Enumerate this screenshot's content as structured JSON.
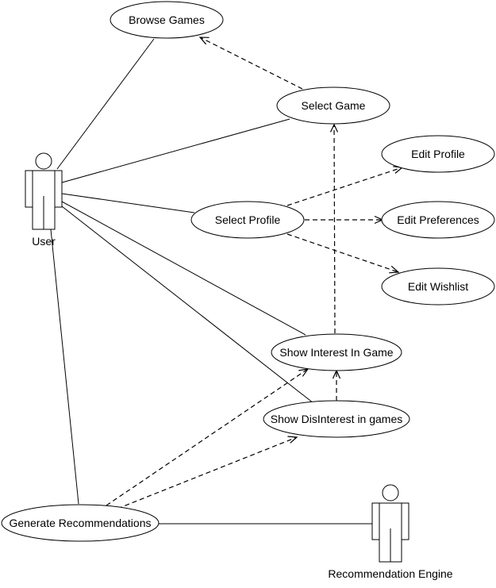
{
  "actors": {
    "user": "User",
    "engine": "Recommendation Engine"
  },
  "use_cases": {
    "browse_games": "Browse Games",
    "select_game": "Select Game",
    "edit_profile": "Edit Profile",
    "select_profile": "Select Profile",
    "edit_preferences": "Edit Preferences",
    "edit_wishlist": "Edit Wishlist",
    "show_interest": "Show Interest In Game",
    "show_disinterest": "Show DisInterest in games",
    "generate_recommendations": "Generate Recommendations"
  }
}
